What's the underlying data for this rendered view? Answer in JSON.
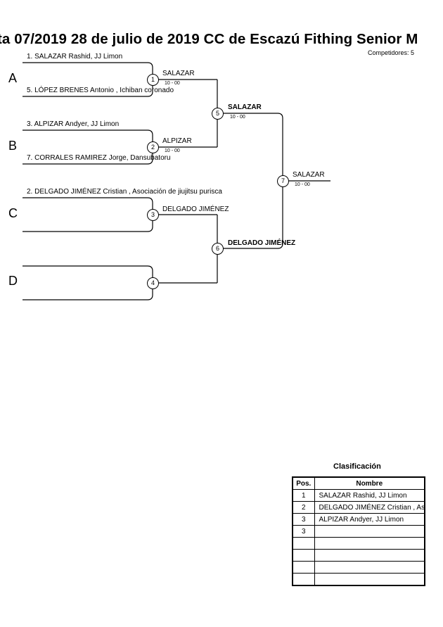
{
  "header": {
    "title": "ta 07/2019  28 de julio de 2019  CC de Escazú   Fithing Senior M",
    "competitors": "Competidores: 5"
  },
  "pools": [
    "A",
    "B",
    "C",
    "D"
  ],
  "entries": {
    "e1": "1. SALAZAR Rashid, JJ Limon",
    "e5": "5. LÓPEZ BRENES Antonio , Ichiban coronado",
    "e3": "3. ALPIZAR Andyer, JJ Limon",
    "e7": "7. CORRALES RAMIREZ Jorge, Dansubatoru",
    "e2": "2. DELGADO JIMÉNEZ  Cristian , Asociación de jiujitsu purisca"
  },
  "matches": {
    "m1": {
      "num": "1",
      "winner": "SALAZAR",
      "score": "10 - 00"
    },
    "m2": {
      "num": "2",
      "winner": "ALPIZAR",
      "score": "10 - 00"
    },
    "m3": {
      "num": "3",
      "winner": "DELGADO JIMÉNEZ"
    },
    "m4": {
      "num": "4"
    },
    "m5": {
      "num": "5",
      "winner": "SALAZAR",
      "score": "10 - 00"
    },
    "m6": {
      "num": "6",
      "winner": "DELGADO JIMÉNEZ"
    },
    "m7": {
      "num": "7",
      "winner": "SALAZAR",
      "score": "10 - 00"
    }
  },
  "ranking": {
    "title": "Clasificación",
    "col_pos": "Pos.",
    "col_name": "Nombre",
    "rows": [
      {
        "pos": "1",
        "name": "SALAZAR Rashid, JJ Limon"
      },
      {
        "pos": "2",
        "name": "DELGADO JIMÉNEZ  Cristian , Asociación de jiujitsu purisca"
      },
      {
        "pos": "3",
        "name": "ALPIZAR Andyer, JJ Limon"
      },
      {
        "pos": "3",
        "name": ""
      },
      {
        "pos": "",
        "name": ""
      },
      {
        "pos": "",
        "name": ""
      },
      {
        "pos": "",
        "name": ""
      },
      {
        "pos": "",
        "name": ""
      }
    ]
  }
}
